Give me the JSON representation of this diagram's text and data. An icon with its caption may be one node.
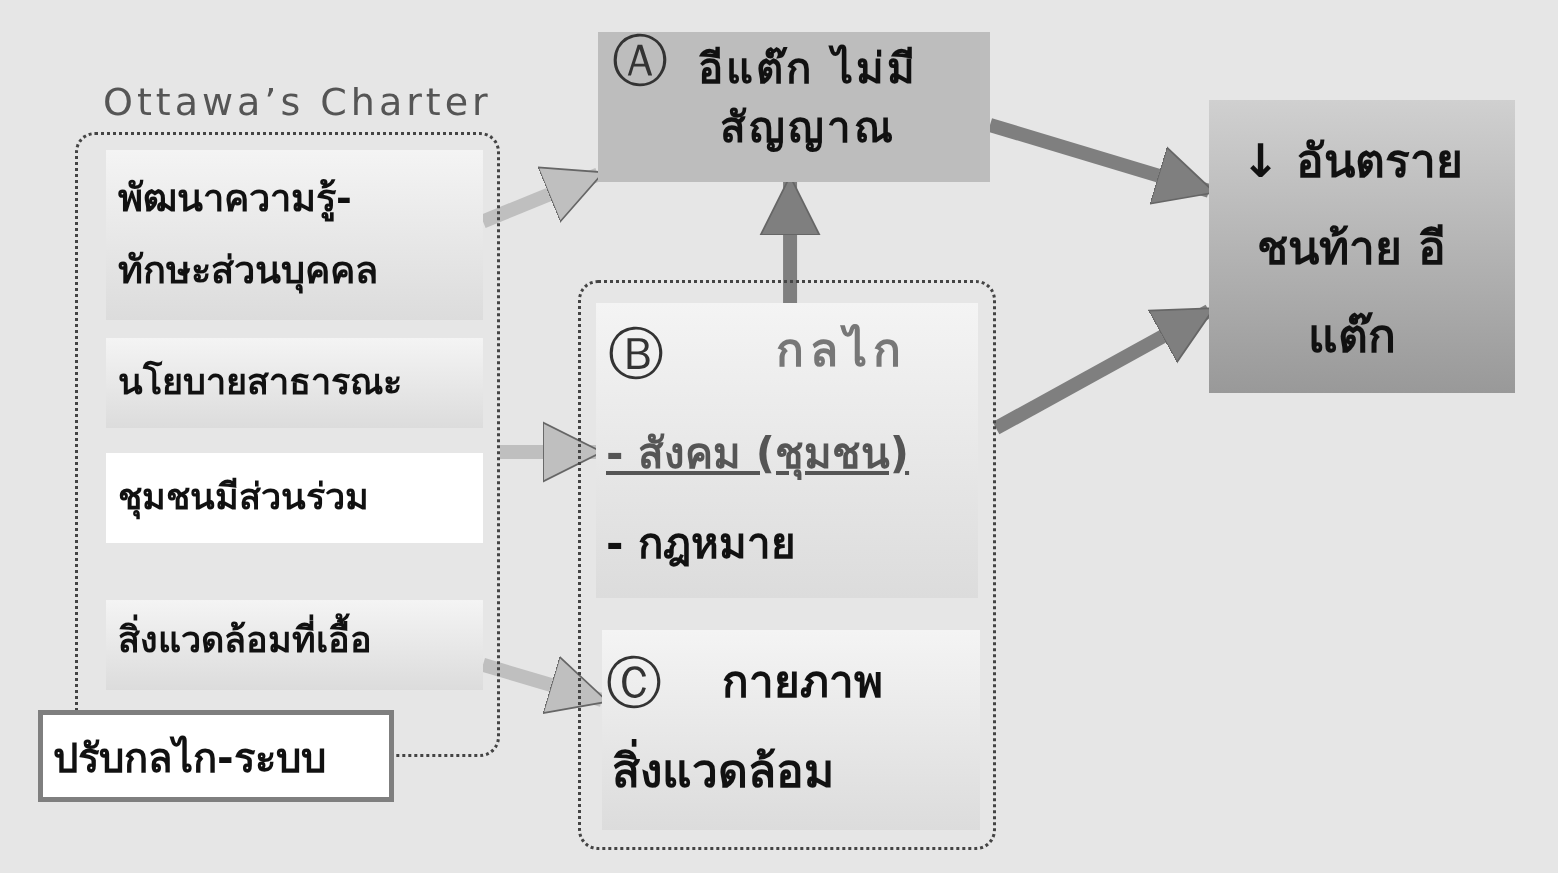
{
  "diagram": {
    "nodes": [
      {
        "text": [
          "Ottawa’s Charter"
        ]
      },
      {
        "text": [
          "พัฒนาความรู้- ทักษะส่วนบุคคล"
        ],
        "in": 0
      },
      {
        "text": [
          "นโยบายสาธารณะ"
        ],
        "in": 0
      },
      {
        "text": [
          "ชุมชนมีส่วนร่วม"
        ],
        "in": 0
      },
      {
        "text": [
          "สิ่งแวดล้อมที่เอื้อ"
        ],
        "in": 0
      },
      {
        "text": [
          "ปรับกลไก-ระบบ"
        ]
      },
      {
        "text": [
          "Ⓐ",
          "อีแต๊ก ไม่มีสัญญาณ"
        ]
      },
      {
        "text": [],
        "shape": "box"
      },
      {
        "text": [
          "Ⓑ",
          "กลไก",
          "- สังคม (ชุมชน)",
          "- กฎหมาย"
        ],
        "in": 7
      },
      {
        "text": [
          "Ⓒ",
          "กายภาพ",
          "สิ่งแวดล้อม"
        ],
        "in": 7
      },
      {
        "text": [
          "↓ อันตราย ชนท้าย อีแต๊ก"
        ]
      }
    ],
    "edges": [
      {
        "from": 1,
        "to": 6,
        "arrow": "to"
      },
      {
        "from": 0,
        "to": 8,
        "arrow": "to"
      },
      {
        "from": 4,
        "to": 9,
        "arrow": "to"
      },
      {
        "from": 8,
        "to": 6,
        "arrow": "to",
        "color": "#7f7f7f"
      },
      {
        "from": 6,
        "to": 10,
        "arrow": "to",
        "color": "#7f7f7f"
      },
      {
        "from": 7,
        "to": 10,
        "arrow": "to",
        "color": "#7f7f7f"
      }
    ]
  }
}
